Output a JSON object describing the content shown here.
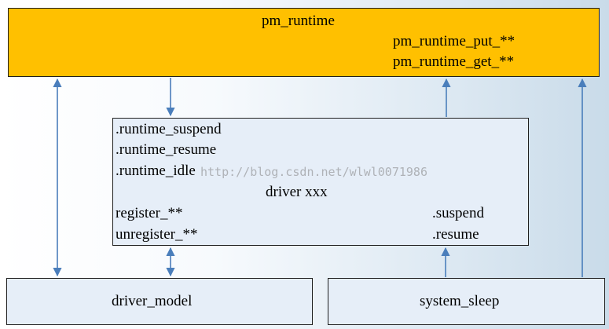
{
  "pm_runtime": {
    "title": "pm_runtime",
    "put": "pm_runtime_put_**",
    "get": "pm_runtime_get_**"
  },
  "driver": {
    "runtime_suspend": ".runtime_suspend",
    "runtime_resume": ".runtime_resume",
    "runtime_idle": ".runtime_idle",
    "name": "driver xxx",
    "register": "register_**",
    "unregister": "unregister_**",
    "suspend": ".suspend",
    "resume": ".resume"
  },
  "driver_model": {
    "label": "driver_model"
  },
  "system_sleep": {
    "label": "system_sleep"
  },
  "watermark": "http://blog.csdn.net/wlwl0071986",
  "colors": {
    "pm_fill": "#ffc000",
    "box_fill": "#e6eef8",
    "arrow": "#4a7ebb"
  }
}
